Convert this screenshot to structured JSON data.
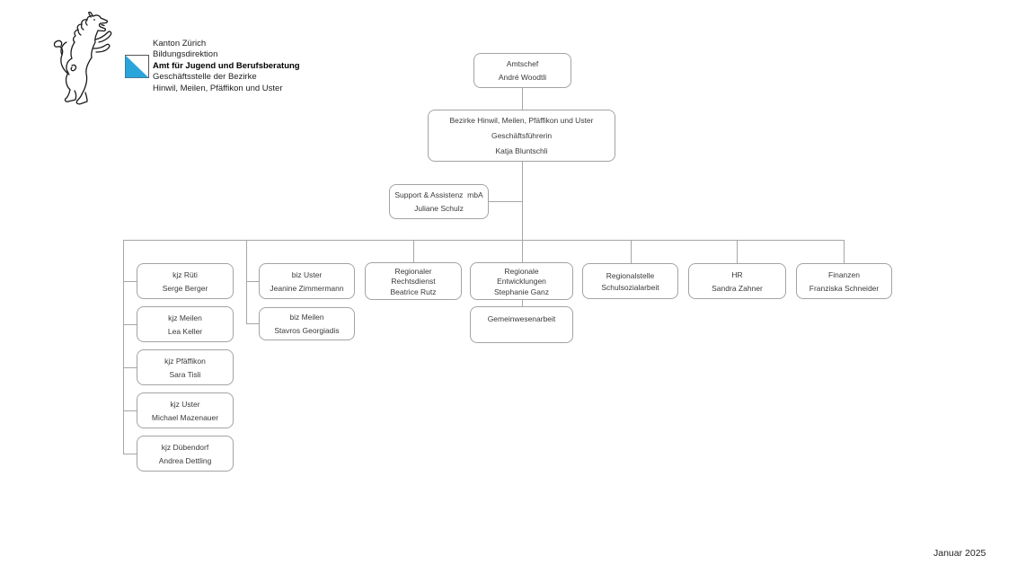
{
  "header": {
    "lines": [
      "Kanton Zürich",
      "Bildungsdirektion",
      "Amt für Jugend und Berufsberatung",
      "Geschäftsstelle der Bezirke",
      "Hinwil, Meilen, Pfäffikon und Uster"
    ],
    "logo": {
      "lion_icon": "zurich-heraldic-lion",
      "shield_icon": "canton-zuerich-flag",
      "shield_blue": "#2AA5DC"
    }
  },
  "org": {
    "amtschef": {
      "lines": [
        "Amtschef",
        "André Woodtli"
      ]
    },
    "geschaeftsstelle": {
      "lines": [
        "Bezirke Hinwil, Meilen, Pfäffikon und Uster",
        "Geschäftsführerin",
        "Katja Bluntschli"
      ]
    },
    "support": {
      "lines": [
        "Support & Assistenz  mbA",
        "Juliane Schulz"
      ]
    },
    "kjz_rueti": {
      "lines": [
        "kjz Rüti",
        "Serge Berger"
      ]
    },
    "kjz_meilen": {
      "lines": [
        "kjz Meilen",
        "Lea Keller"
      ]
    },
    "kjz_pfaeffikon": {
      "lines": [
        "kjz Pfäffikon",
        "Sara Tisli"
      ]
    },
    "kjz_uster": {
      "lines": [
        "kjz Uster",
        "Michael Mazenauer"
      ]
    },
    "kjz_duebendorf": {
      "lines": [
        "kjz Dübendorf",
        "Andrea Dettling"
      ]
    },
    "biz_uster": {
      "lines": [
        "biz Uster",
        "Jeanine Zimmermann"
      ]
    },
    "biz_meilen": {
      "lines": [
        "biz Meilen",
        "Stavros Georgiadis"
      ]
    },
    "rechtsdienst": {
      "lines": [
        "Regionaler",
        "Rechtsdienst",
        "Beatrice Rutz"
      ]
    },
    "entwicklungen": {
      "lines": [
        "Regionale",
        "Entwicklungen",
        "Stephanie Ganz"
      ]
    },
    "gemeinwesenarbeit": {
      "lines": [
        "Gemeinwesenarbeit"
      ]
    },
    "regionalstelle_ssa": {
      "lines": [
        "Regionalstelle",
        "Schulsozialarbeit"
      ]
    },
    "hr": {
      "lines": [
        "HR",
        "Sandra Zahner"
      ]
    },
    "finanzen": {
      "lines": [
        "Finanzen",
        "Franziska Schneider"
      ]
    }
  },
  "hierarchy": {
    "amtschef": [
      "geschaeftsstelle"
    ],
    "geschaeftsstelle": [
      "support",
      "kjz_rueti",
      "biz_uster",
      "rechtsdienst",
      "entwicklungen",
      "regionalstelle_ssa",
      "hr",
      "finanzen"
    ],
    "kjz_rueti": [
      "kjz_meilen",
      "kjz_pfaeffikon",
      "kjz_uster",
      "kjz_duebendorf"
    ],
    "biz_uster": [
      "biz_meilen"
    ],
    "entwicklungen": [
      "gemeinwesenarbeit"
    ]
  },
  "footer": {
    "date": "Januar 2025"
  },
  "colors": {
    "box_border": "#A3A3A3",
    "connector": "#A6A6A6",
    "text": "#3A3A3A"
  }
}
